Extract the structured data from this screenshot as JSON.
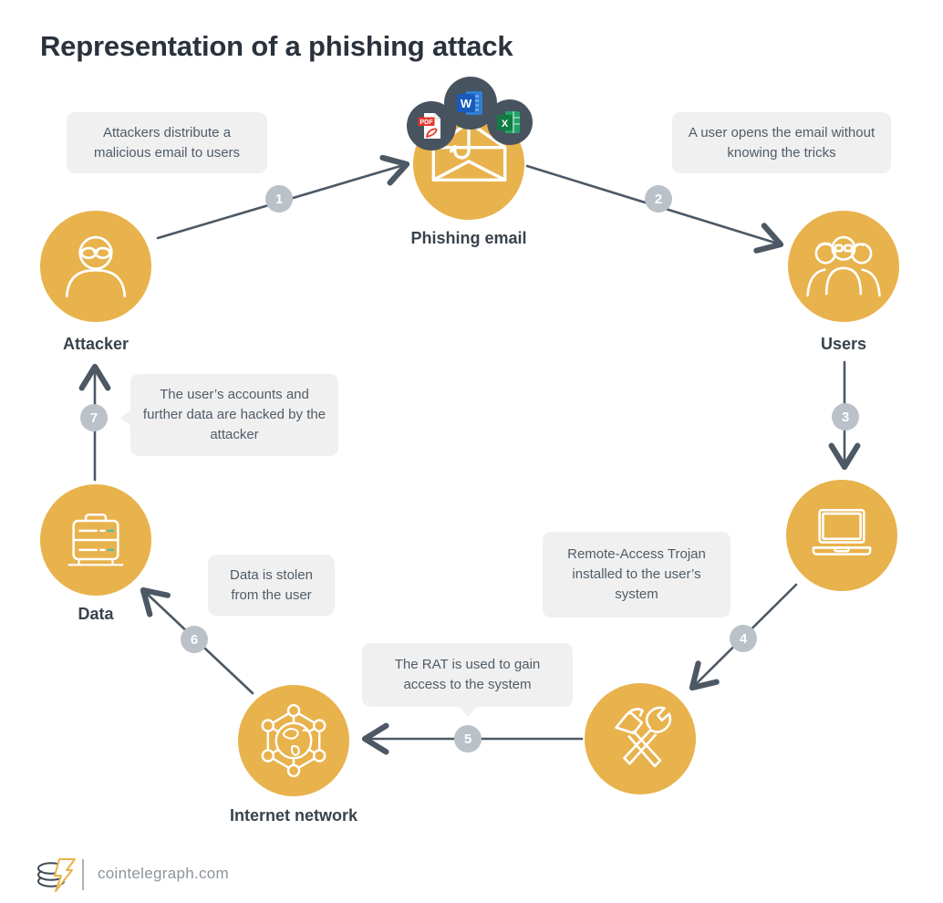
{
  "title": "Representation of a phishing attack",
  "nodes": [
    {
      "id": "attacker",
      "label": "Attacker",
      "icon": "masked-attacker-icon"
    },
    {
      "id": "phishing-email",
      "label": "Phishing email",
      "icon": "envelope-fishhook-icon"
    },
    {
      "id": "users",
      "label": "Users",
      "icon": "user-group-icon"
    },
    {
      "id": "computer",
      "label": "",
      "icon": "laptop-icon"
    },
    {
      "id": "tools",
      "label": "",
      "icon": "hammer-wrench-icon"
    },
    {
      "id": "internet",
      "label": "Internet network",
      "icon": "globe-network-icon"
    },
    {
      "id": "data",
      "label": "Data",
      "icon": "server-icon"
    }
  ],
  "steps": [
    {
      "n": "1",
      "text": "Attackers distribute a malicious email to users"
    },
    {
      "n": "2",
      "text": "A user opens the email without knowing the tricks"
    },
    {
      "n": "3",
      "text": ""
    },
    {
      "n": "4",
      "text": "Remote-Access Trojan installed to the user’s system"
    },
    {
      "n": "5",
      "text": "The RAT is used to gain access to the system"
    },
    {
      "n": "6",
      "text": "Data is stolen from the user"
    },
    {
      "n": "7",
      "text": "The user’s accounts and further data are hacked by the attacker"
    }
  ],
  "attachments": [
    {
      "name": "pdf-file",
      "label": "PDF"
    },
    {
      "name": "word-file",
      "label": "W"
    },
    {
      "name": "excel-file",
      "label": "X"
    }
  ],
  "footer": {
    "site": "cointelegraph.com"
  },
  "colors": {
    "accent_yellow": "#E8B24C",
    "slate_dark": "#47535F",
    "arrow": "#4C5864",
    "badge_gray": "#BAC1C9",
    "callout_bg": "#F0F0F0",
    "title_text": "#2A323C",
    "body_text": "#505C68",
    "teal_accent": "#4FC2A9",
    "pdf_red": "#E5392E",
    "word_blue": "#185ABD",
    "excel_green": "#107C41"
  }
}
